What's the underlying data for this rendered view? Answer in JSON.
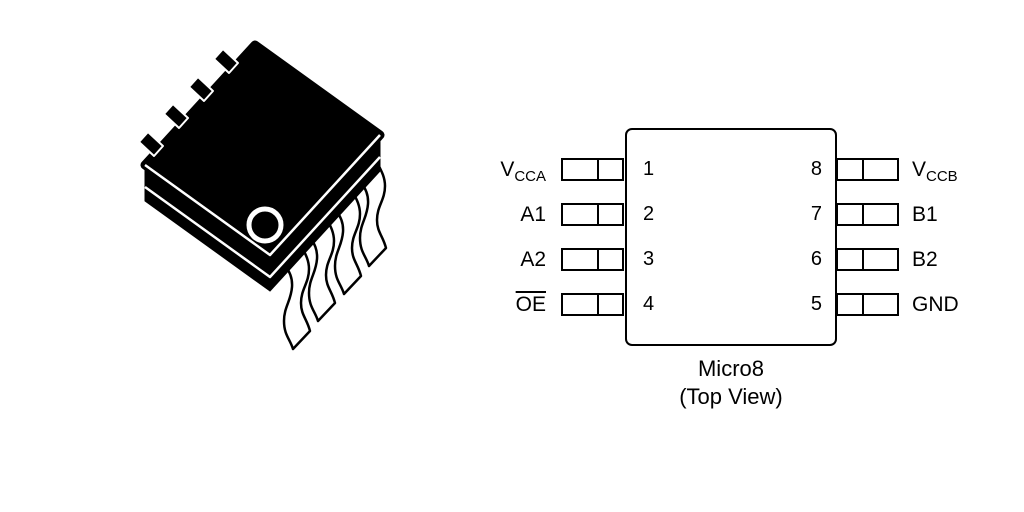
{
  "illustration": {
    "name": "micro8-package-3d-view"
  },
  "pinout": {
    "package": "Micro8",
    "view": "(Top View)",
    "left": [
      {
        "num": "1",
        "base": "V",
        "sub": "CCA",
        "overline": false
      },
      {
        "num": "2",
        "base": "A1",
        "sub": "",
        "overline": false
      },
      {
        "num": "3",
        "base": "A2",
        "sub": "",
        "overline": false
      },
      {
        "num": "4",
        "base": "OE",
        "sub": "",
        "overline": true
      }
    ],
    "right": [
      {
        "num": "8",
        "base": "V",
        "sub": "CCB",
        "overline": false
      },
      {
        "num": "7",
        "base": "B1",
        "sub": "",
        "overline": false
      },
      {
        "num": "6",
        "base": "B2",
        "sub": "",
        "overline": false
      },
      {
        "num": "5",
        "base": "GND",
        "sub": "",
        "overline": false
      }
    ]
  },
  "colors": {
    "ink": "#000000",
    "paper": "#ffffff"
  }
}
